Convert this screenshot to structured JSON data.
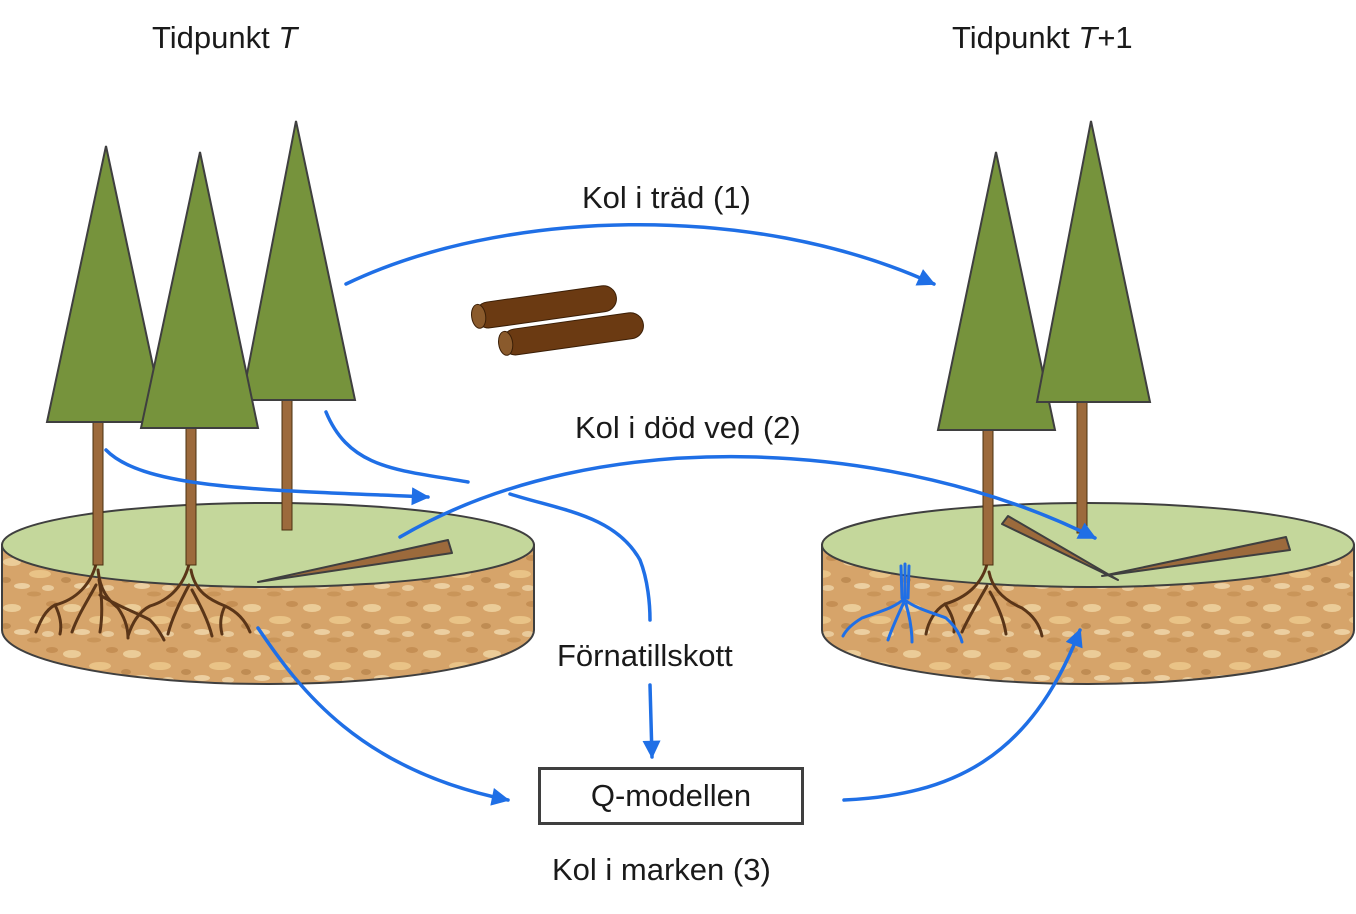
{
  "labels": {
    "time_left_prefix": "Tidpunkt ",
    "time_left_var": "T",
    "time_right_prefix": "Tidpunkt ",
    "time_right_var": "T",
    "time_right_suffix": "+1",
    "carbon_in_trees": "Kol i träd (1)",
    "carbon_in_dead_wood": "Kol i död ved (2)",
    "litter_input": "Förnatillskott",
    "model_name": "Q-modellen",
    "carbon_in_soil": "Kol i marken (3)"
  },
  "colors": {
    "tree_crown": "#76933c",
    "tree_trunk": "#9c6a3c",
    "ground_top": "#c4d79b",
    "soil": "#d6a46a",
    "roots": "#5a3518",
    "logs": "#6b3a12",
    "flow_arrows": "#1f6fe6",
    "box_border": "#3f3f3f"
  }
}
